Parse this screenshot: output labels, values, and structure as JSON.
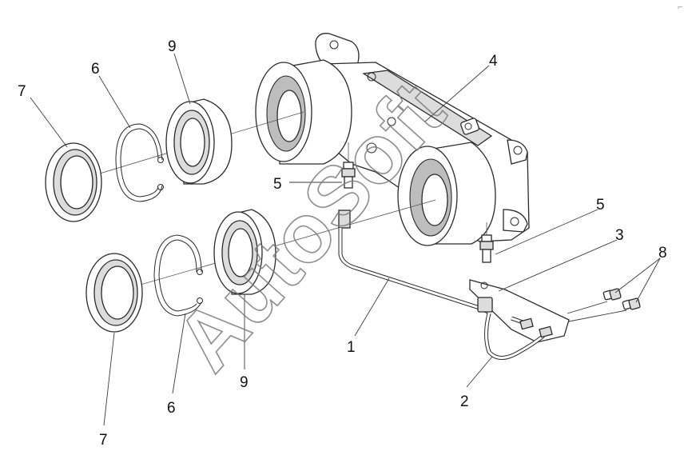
{
  "watermark": "AutoSoft",
  "corner_mark": "⌐",
  "callouts": {
    "c7_top": "7",
    "c6_top": "6",
    "c9_top": "9",
    "c4": "4",
    "c5_left": "5",
    "c5_right": "5",
    "c3": "3",
    "c8": "8",
    "c1": "1",
    "c9_bottom": "9",
    "c6_bottom": "6",
    "c7_bottom": "7",
    "c2": "2"
  }
}
